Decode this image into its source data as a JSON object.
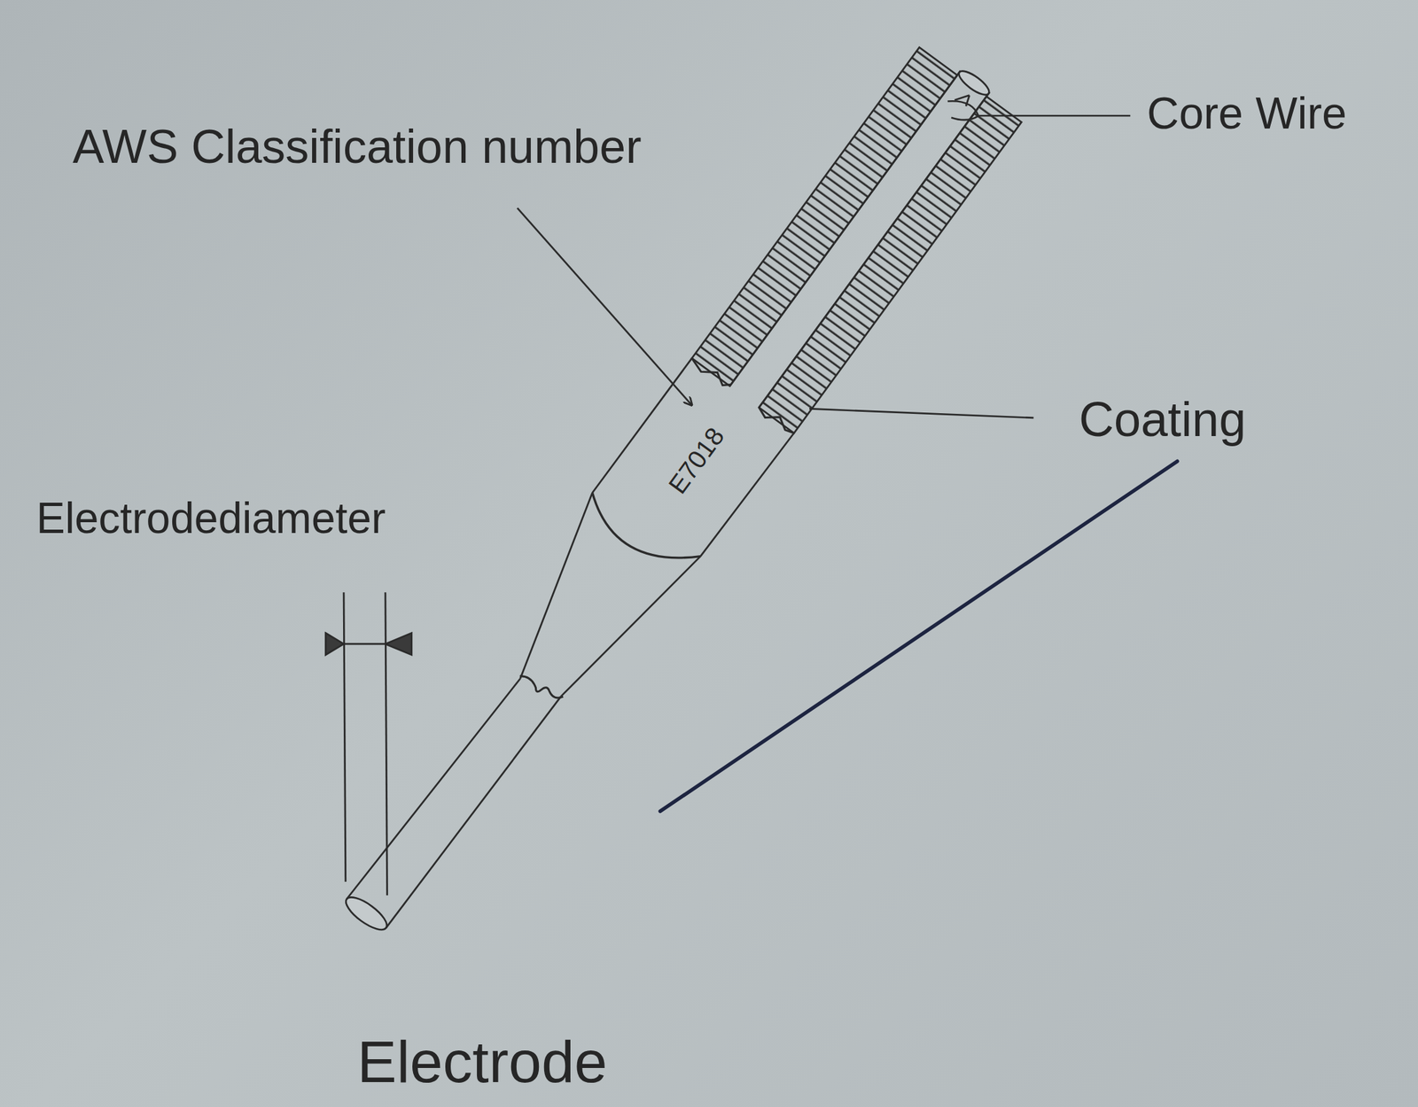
{
  "diagram": {
    "caption": "Electrode",
    "labels": [
      "AWS Classification number",
      "Core Wire",
      "E7018",
      "Coating",
      "Electrodediameter"
    ]
  }
}
